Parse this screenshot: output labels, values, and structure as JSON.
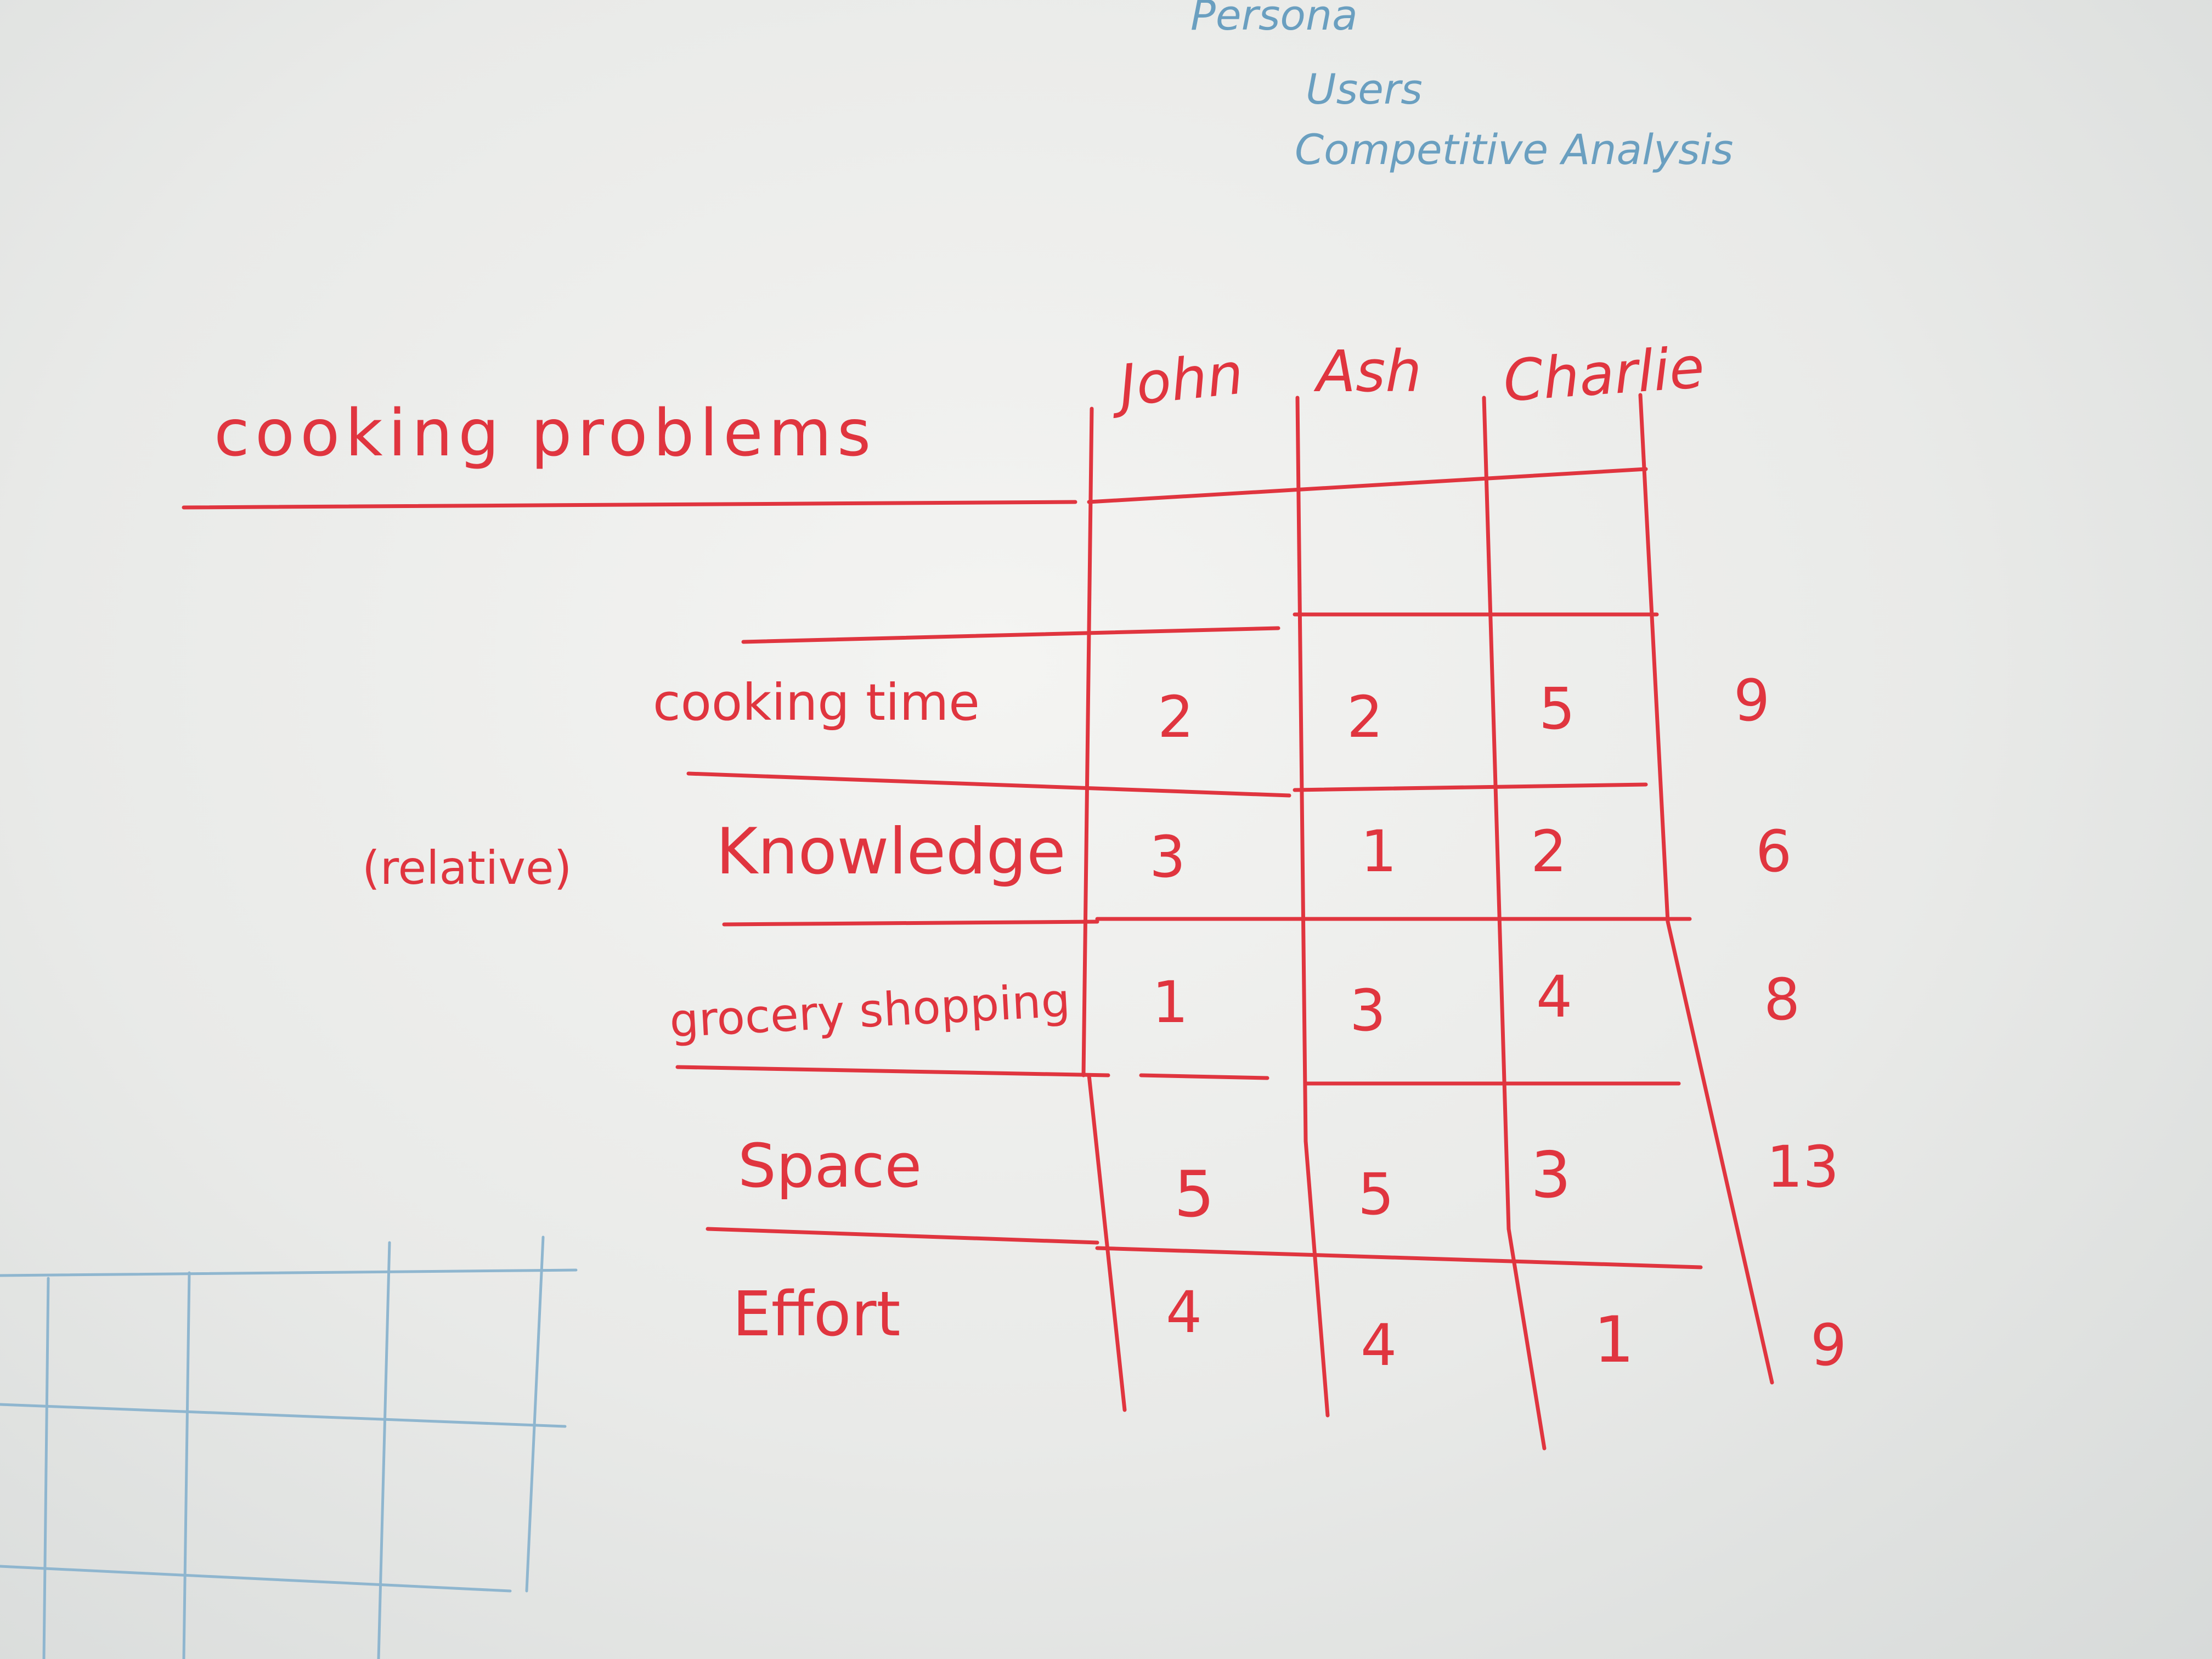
{
  "notes": [
    "Persona",
    "Users",
    "Competitive Analysis"
  ],
  "table": {
    "title": "cooking problems",
    "columns": [
      "John",
      "Ash",
      "Charlie"
    ],
    "rows": [
      {
        "label": "cooking time",
        "values": [
          "2",
          "2",
          "5"
        ],
        "total": "9"
      },
      {
        "label": "Knowledge",
        "qualifier": "(relative)",
        "values": [
          "3",
          "1",
          "2"
        ],
        "total": "6"
      },
      {
        "label": "grocery shopping",
        "values": [
          "1",
          "3",
          "4"
        ],
        "total": "8"
      },
      {
        "label": "Space",
        "values": [
          "5",
          "5",
          "3"
        ],
        "total": "13"
      },
      {
        "label": "Effort",
        "values": [
          "4",
          "4",
          "1"
        ],
        "total": "9"
      }
    ]
  },
  "colors": {
    "red_marker": "#e0353f",
    "blue_marker": "#6a9fc0",
    "board": "#eeeeec"
  }
}
